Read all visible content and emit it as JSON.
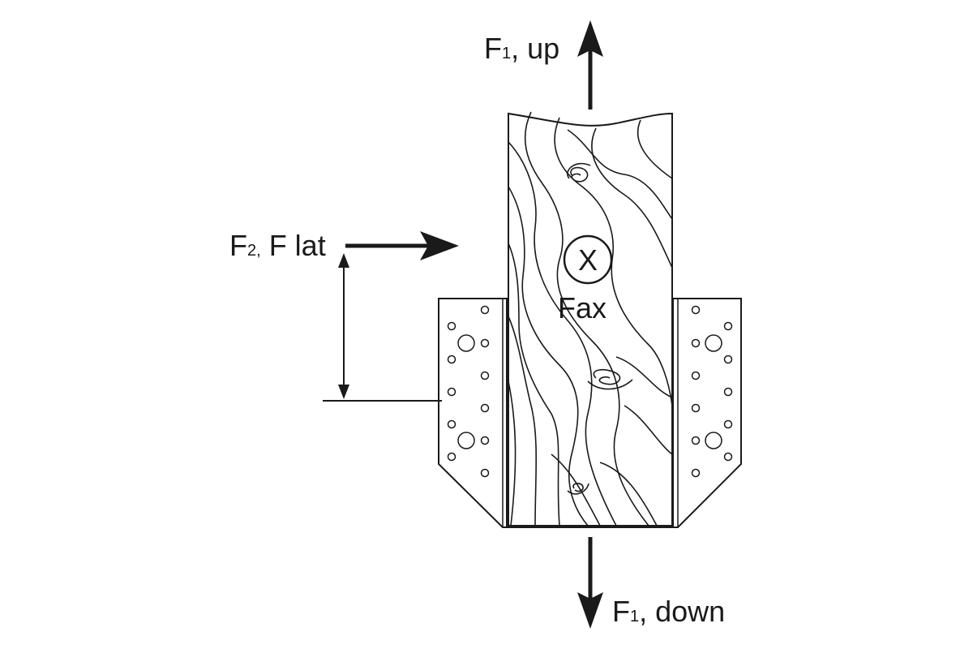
{
  "labels": {
    "f1_up": {
      "main": "F",
      "sub": "1",
      "rest": ", up"
    },
    "f1_down": {
      "main": "F",
      "sub": "1",
      "rest": ", down"
    },
    "f2_lat": {
      "main": "F",
      "sub": "2,",
      "rest": " F lat"
    },
    "fax": "Fax",
    "axial_symbol": "X"
  },
  "colors": {
    "ink": "#1a1a1a",
    "background": "#ffffff"
  }
}
